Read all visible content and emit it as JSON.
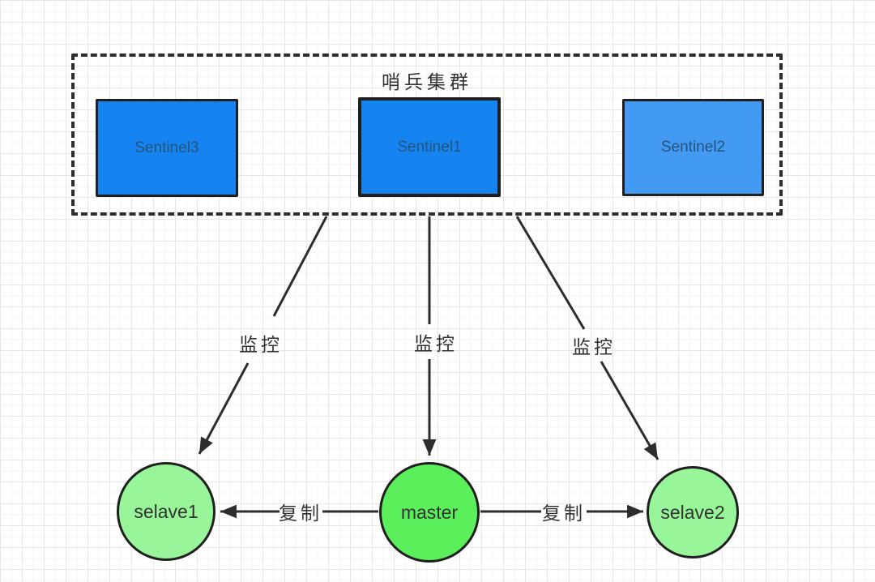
{
  "diagram": {
    "cluster_title": "哨兵集群",
    "sentinels": [
      {
        "label": "Sentinel3"
      },
      {
        "label": "Sentinel1"
      },
      {
        "label": "Sentinel2"
      }
    ],
    "servers": [
      {
        "label": "selave1",
        "role": "slave"
      },
      {
        "label": "master",
        "role": "master"
      },
      {
        "label": "selave2",
        "role": "slave"
      }
    ],
    "edges": [
      {
        "from": "哨兵集群",
        "to": "selave1",
        "label": "监控"
      },
      {
        "from": "哨兵集群",
        "to": "master",
        "label": "监控"
      },
      {
        "from": "哨兵集群",
        "to": "selave2",
        "label": "监控"
      },
      {
        "from": "master",
        "to": "selave1",
        "label": "复制"
      },
      {
        "from": "master",
        "to": "selave2",
        "label": "复制"
      }
    ],
    "colors": {
      "sentinel_fill": "#1583f0",
      "sentinel_fill_light": "#429af2",
      "master_fill": "#5bef5b",
      "slave_fill": "#99f599",
      "stroke": "#2d2d2d",
      "label_text": "#333333",
      "sentinel_text": "#26547e"
    }
  }
}
